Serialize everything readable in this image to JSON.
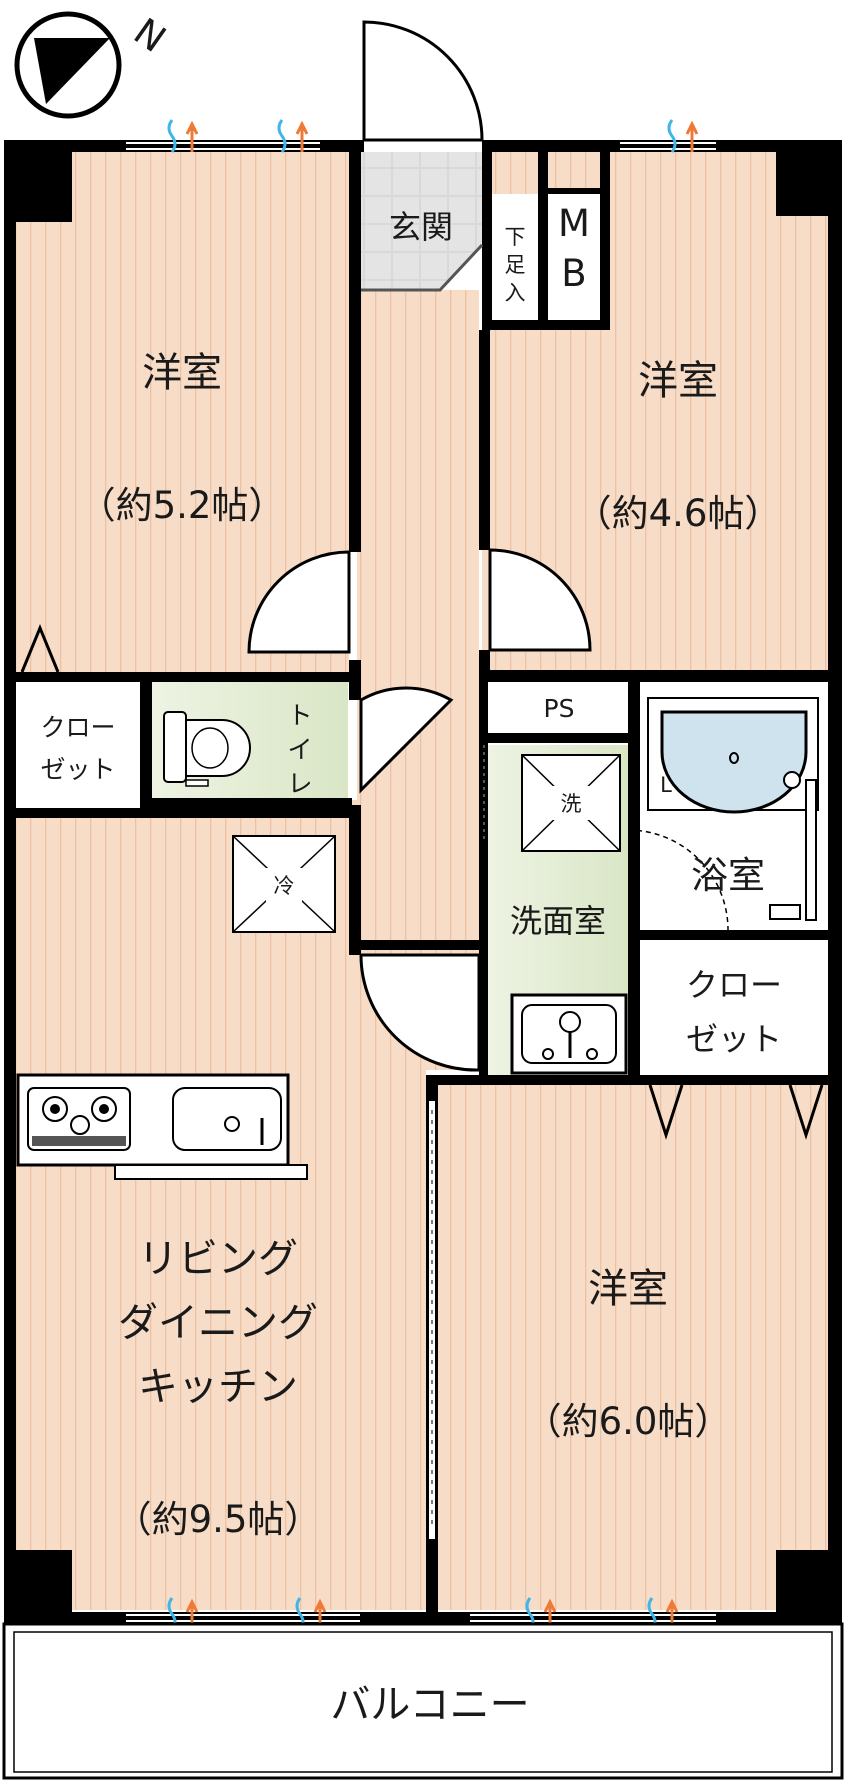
{
  "compass": {
    "label": "N",
    "icon": "north-arrow-icon"
  },
  "rooms": {
    "western_nw": {
      "name": "洋室",
      "size": "（約5.2帖）"
    },
    "western_ne": {
      "name": "洋室",
      "size": "（約4.6帖）"
    },
    "western_se": {
      "name": "洋室",
      "size": "（約6.0帖）"
    },
    "ldk": {
      "line1": "リビング",
      "line2": "ダイニング",
      "line3": "キッチン",
      "size": "（約9.5帖）"
    },
    "entrance": {
      "name": "玄関"
    },
    "shoe_box": {
      "c1": "下",
      "c2": "足",
      "c3": "入"
    },
    "meter_box": {
      "c1": "M",
      "c2": "B"
    },
    "pipe_space": {
      "name": "PS"
    },
    "closet_w": {
      "line1": "クロー",
      "line2": "ゼット"
    },
    "closet_e": {
      "line1": "クロー",
      "line2": "ゼット"
    },
    "toilet": {
      "c1": "ト",
      "c2": "イ",
      "c3": "レ"
    },
    "bath": {
      "name": "浴室"
    },
    "washroom": {
      "name": "洗面室"
    },
    "balcony": {
      "name": "バルコニー"
    }
  },
  "fixtures": {
    "fridge_mark": "冷",
    "washer_mark": "洗",
    "bath_handrail_mark": "L"
  },
  "colors": {
    "floor": "#f7ddc7",
    "floor_stripe": "#ecc2a5",
    "wet_floor": "#dfe9cf",
    "tile": "#dcdcdc",
    "wall": "#000000",
    "vent_cool": "#3fb6e8",
    "vent_warm": "#ef7a37"
  }
}
